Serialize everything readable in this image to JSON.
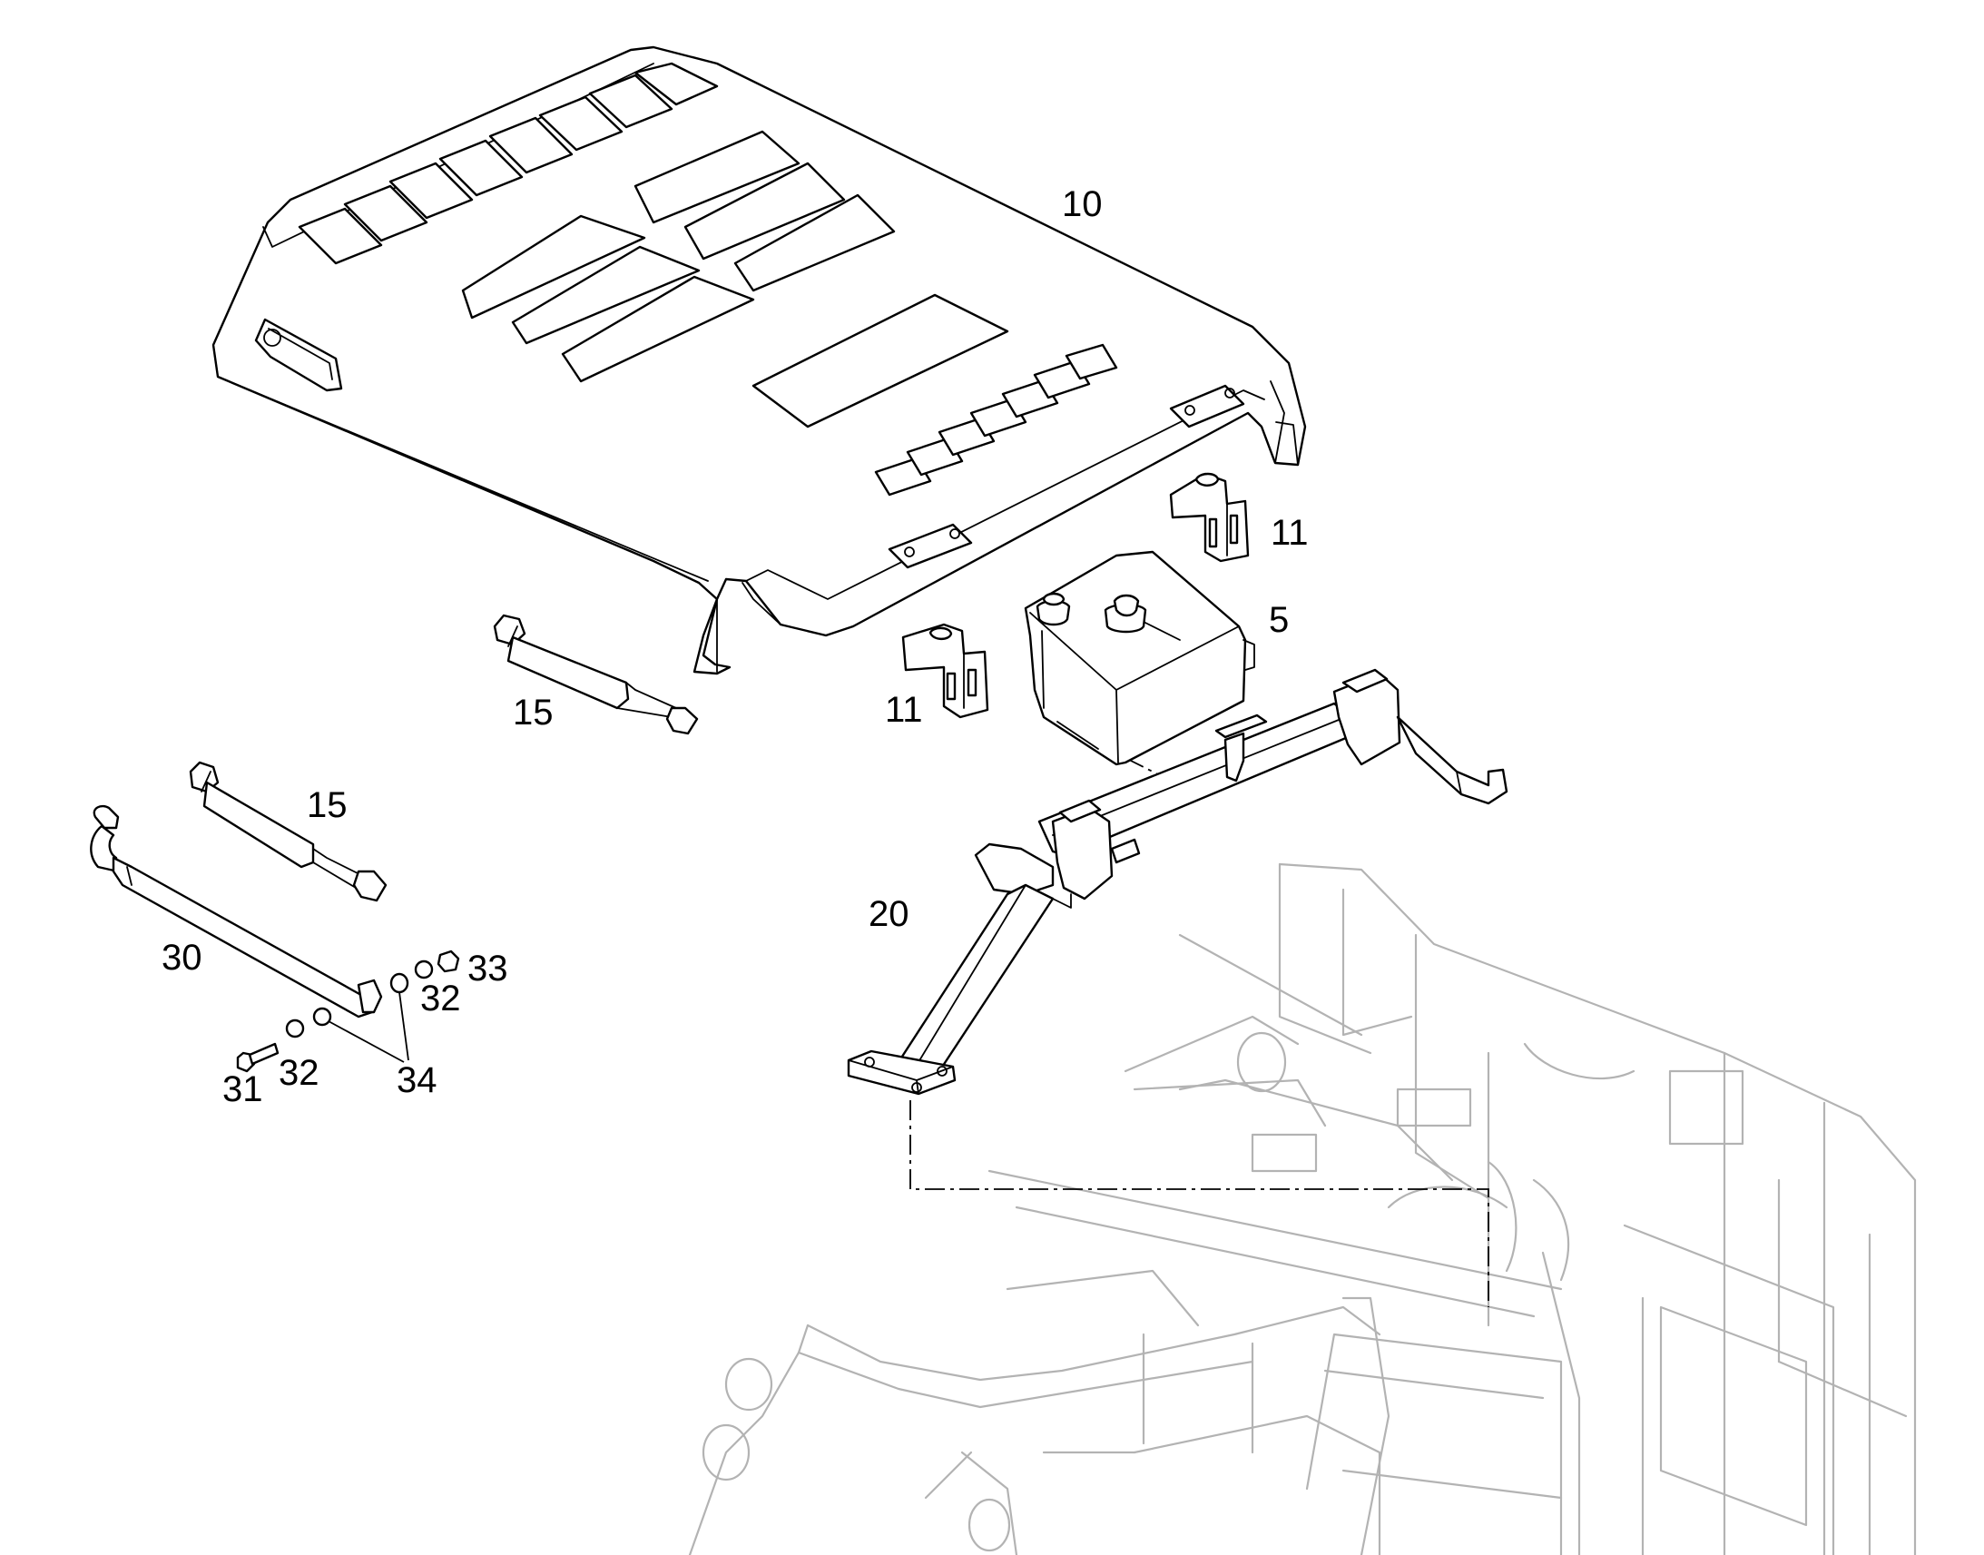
{
  "callouts": [
    {
      "id": "hood",
      "label": "10"
    },
    {
      "id": "bracket-right",
      "label": "11"
    },
    {
      "id": "bracket-left",
      "label": "11"
    },
    {
      "id": "tank",
      "label": "5"
    },
    {
      "id": "strut-upper",
      "label": "15"
    },
    {
      "id": "strut-lower",
      "label": "15"
    },
    {
      "id": "support-frame",
      "label": "20"
    },
    {
      "id": "rod",
      "label": "30"
    },
    {
      "id": "nut",
      "label": "33"
    },
    {
      "id": "washer-upper",
      "label": "32"
    },
    {
      "id": "washer-lower",
      "label": "32"
    },
    {
      "id": "bolt",
      "label": "31"
    },
    {
      "id": "spacer",
      "label": "34"
    }
  ],
  "colors": {
    "line": "#000000",
    "background_frame": "#b3b3b3",
    "paper": "#ffffff"
  }
}
